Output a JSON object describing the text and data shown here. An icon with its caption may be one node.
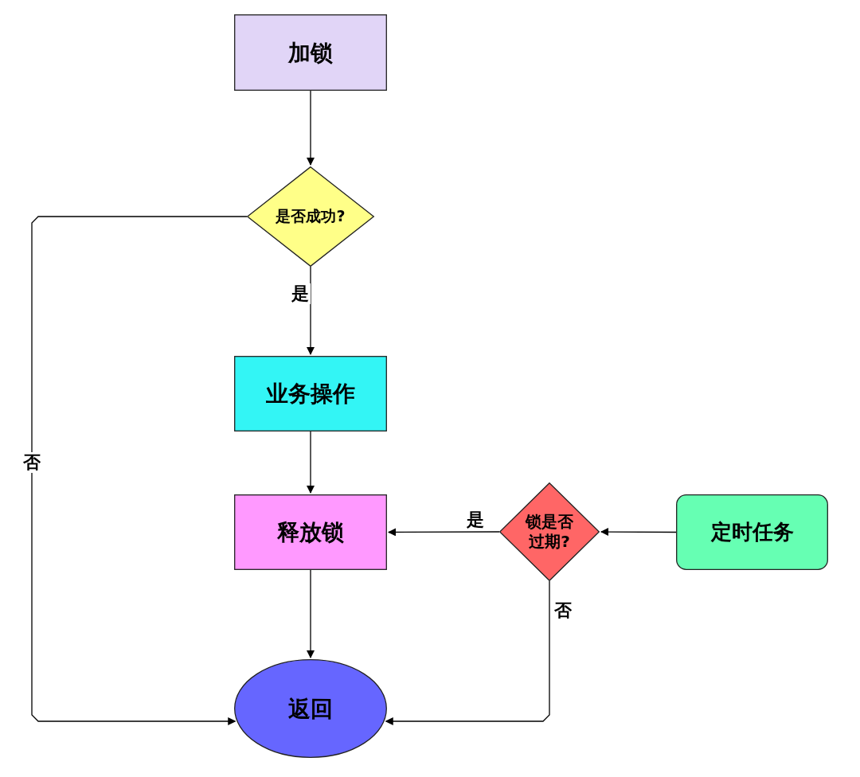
{
  "diagram": {
    "nodes": [
      {
        "text": [
          "加锁"
        ]
      },
      {
        "text": [
          "是否成功?"
        ]
      },
      {
        "text": [
          "业务操作"
        ]
      },
      {
        "text": [
          "释放锁"
        ]
      },
      {
        "text": [
          "锁是否过期?"
        ]
      },
      {
        "text": [
          "定时任务"
        ]
      },
      {
        "text": [
          "返回"
        ]
      }
    ],
    "edges": [
      {
        "from": 0,
        "to": 1,
        "arrow": "to"
      },
      {
        "from": 1,
        "to": 2,
        "arrow": "to",
        "label": "是"
      },
      {
        "from": 1,
        "to": 6,
        "arrow": "to",
        "label": "否"
      },
      {
        "from": 2,
        "to": 3,
        "arrow": "to"
      },
      {
        "from": 3,
        "to": 6,
        "arrow": "to"
      },
      {
        "from": 5,
        "to": 4,
        "arrow": "to"
      },
      {
        "from": 4,
        "to": 3,
        "arrow": "to",
        "label": "是"
      },
      {
        "from": 4,
        "to": 6,
        "arrow": "to",
        "label": "否"
      }
    ]
  }
}
